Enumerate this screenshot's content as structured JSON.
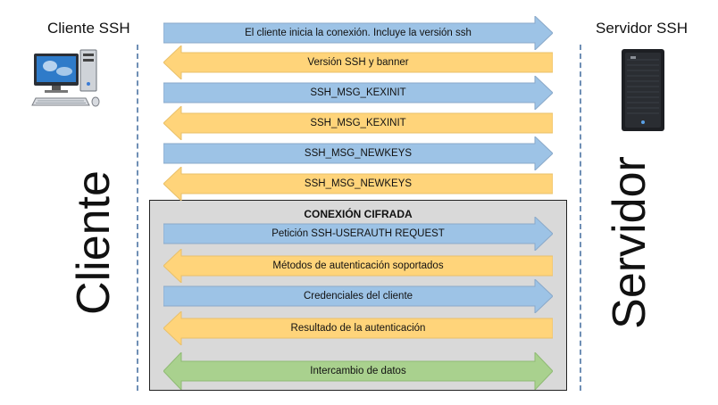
{
  "header": {
    "client_title": "Cliente SSH",
    "server_title": "Servidor SSH"
  },
  "side_labels": {
    "client": "Cliente",
    "server": "Servidor"
  },
  "secure_section": {
    "title": "CONEXIÓN CIFRADA"
  },
  "colors": {
    "to_server": "#9dc3e6",
    "to_server_border": "#8aa9c9",
    "to_client": "#ffd47a",
    "to_client_border": "#e9c06a",
    "bidirectional": "#a9d18e",
    "bidirectional_border": "#8fba74",
    "secure_bg": "#d9d9d9"
  },
  "messages": [
    {
      "label": "El cliente inicia la conexión. Incluye la versión ssh",
      "direction": "to_server"
    },
    {
      "label": "Versión SSH y banner",
      "direction": "to_client"
    },
    {
      "label": "SSH_MSG_KEXINIT",
      "direction": "to_server"
    },
    {
      "label": "SSH_MSG_KEXINIT",
      "direction": "to_client"
    },
    {
      "label": "SSH_MSG_NEWKEYS",
      "direction": "to_server"
    },
    {
      "label": "SSH_MSG_NEWKEYS",
      "direction": "to_client"
    },
    {
      "label": "Petición SSH-USERAUTH REQUEST",
      "direction": "to_server"
    },
    {
      "label": "Métodos de autenticación soportados",
      "direction": "to_client"
    },
    {
      "label": "Credenciales del cliente",
      "direction": "to_server"
    },
    {
      "label": "Resultado de la autenticación",
      "direction": "to_client"
    },
    {
      "label": "Intercambio de datos",
      "direction": "both"
    }
  ],
  "icons": {
    "client": "computer-icon",
    "server": "server-tower-icon"
  }
}
